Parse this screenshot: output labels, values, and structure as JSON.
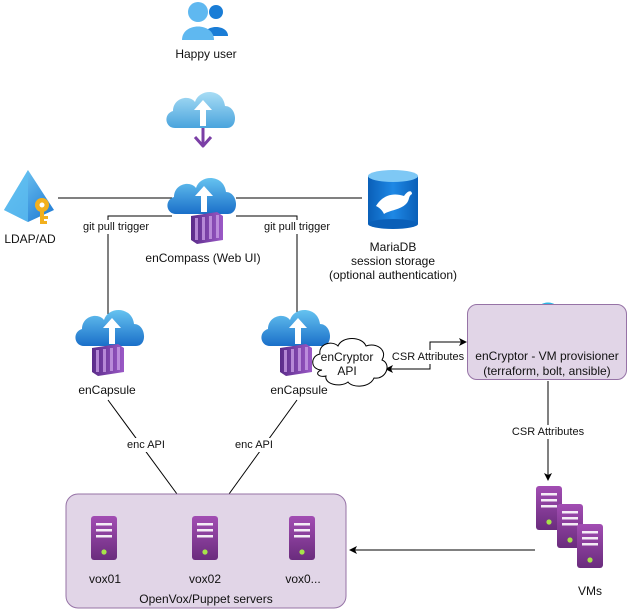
{
  "nodes": {
    "user": "Happy user",
    "ldap": "LDAP/AD",
    "encompass": "enCompass (Web UI)",
    "mariadb_line1": "MariaDB",
    "mariadb_line2": "session storage",
    "mariadb_line3": "(optional authentication)",
    "encapsule_left": "enCapsule",
    "encapsule_right": "enCapsule",
    "encryptor_api_line1": "enCryptor",
    "encryptor_api_line2": "API",
    "provisioner_line1": "enCryptor - VM provisioner",
    "provisioner_line2": "(terraform, bolt, ansible)",
    "vms": "VMs",
    "servers_group": "OpenVox/Puppet servers",
    "server1": "vox01",
    "server2": "vox02",
    "server3": "vox0..."
  },
  "edges": {
    "git_left": "git pull trigger",
    "git_right": "git pull trigger",
    "csr_api": "CSR Attributes",
    "csr_vms": "CSR Attributes",
    "enc_left": "enc API",
    "enc_right": "enc API"
  },
  "icons": [
    "user-icon",
    "cloud-icon",
    "ldap-key-icon",
    "database-icon",
    "container-cloud-icon",
    "lock-icon",
    "server-icon"
  ],
  "colors": {
    "purple_fill": "#e1d5e7",
    "purple_border": "#9673a6",
    "server_purple": "#8e3e9d",
    "azure_blue": "#1a7dd6",
    "cloud_light": "#7cc8f0",
    "arrow_purple": "#7b3fa6"
  }
}
